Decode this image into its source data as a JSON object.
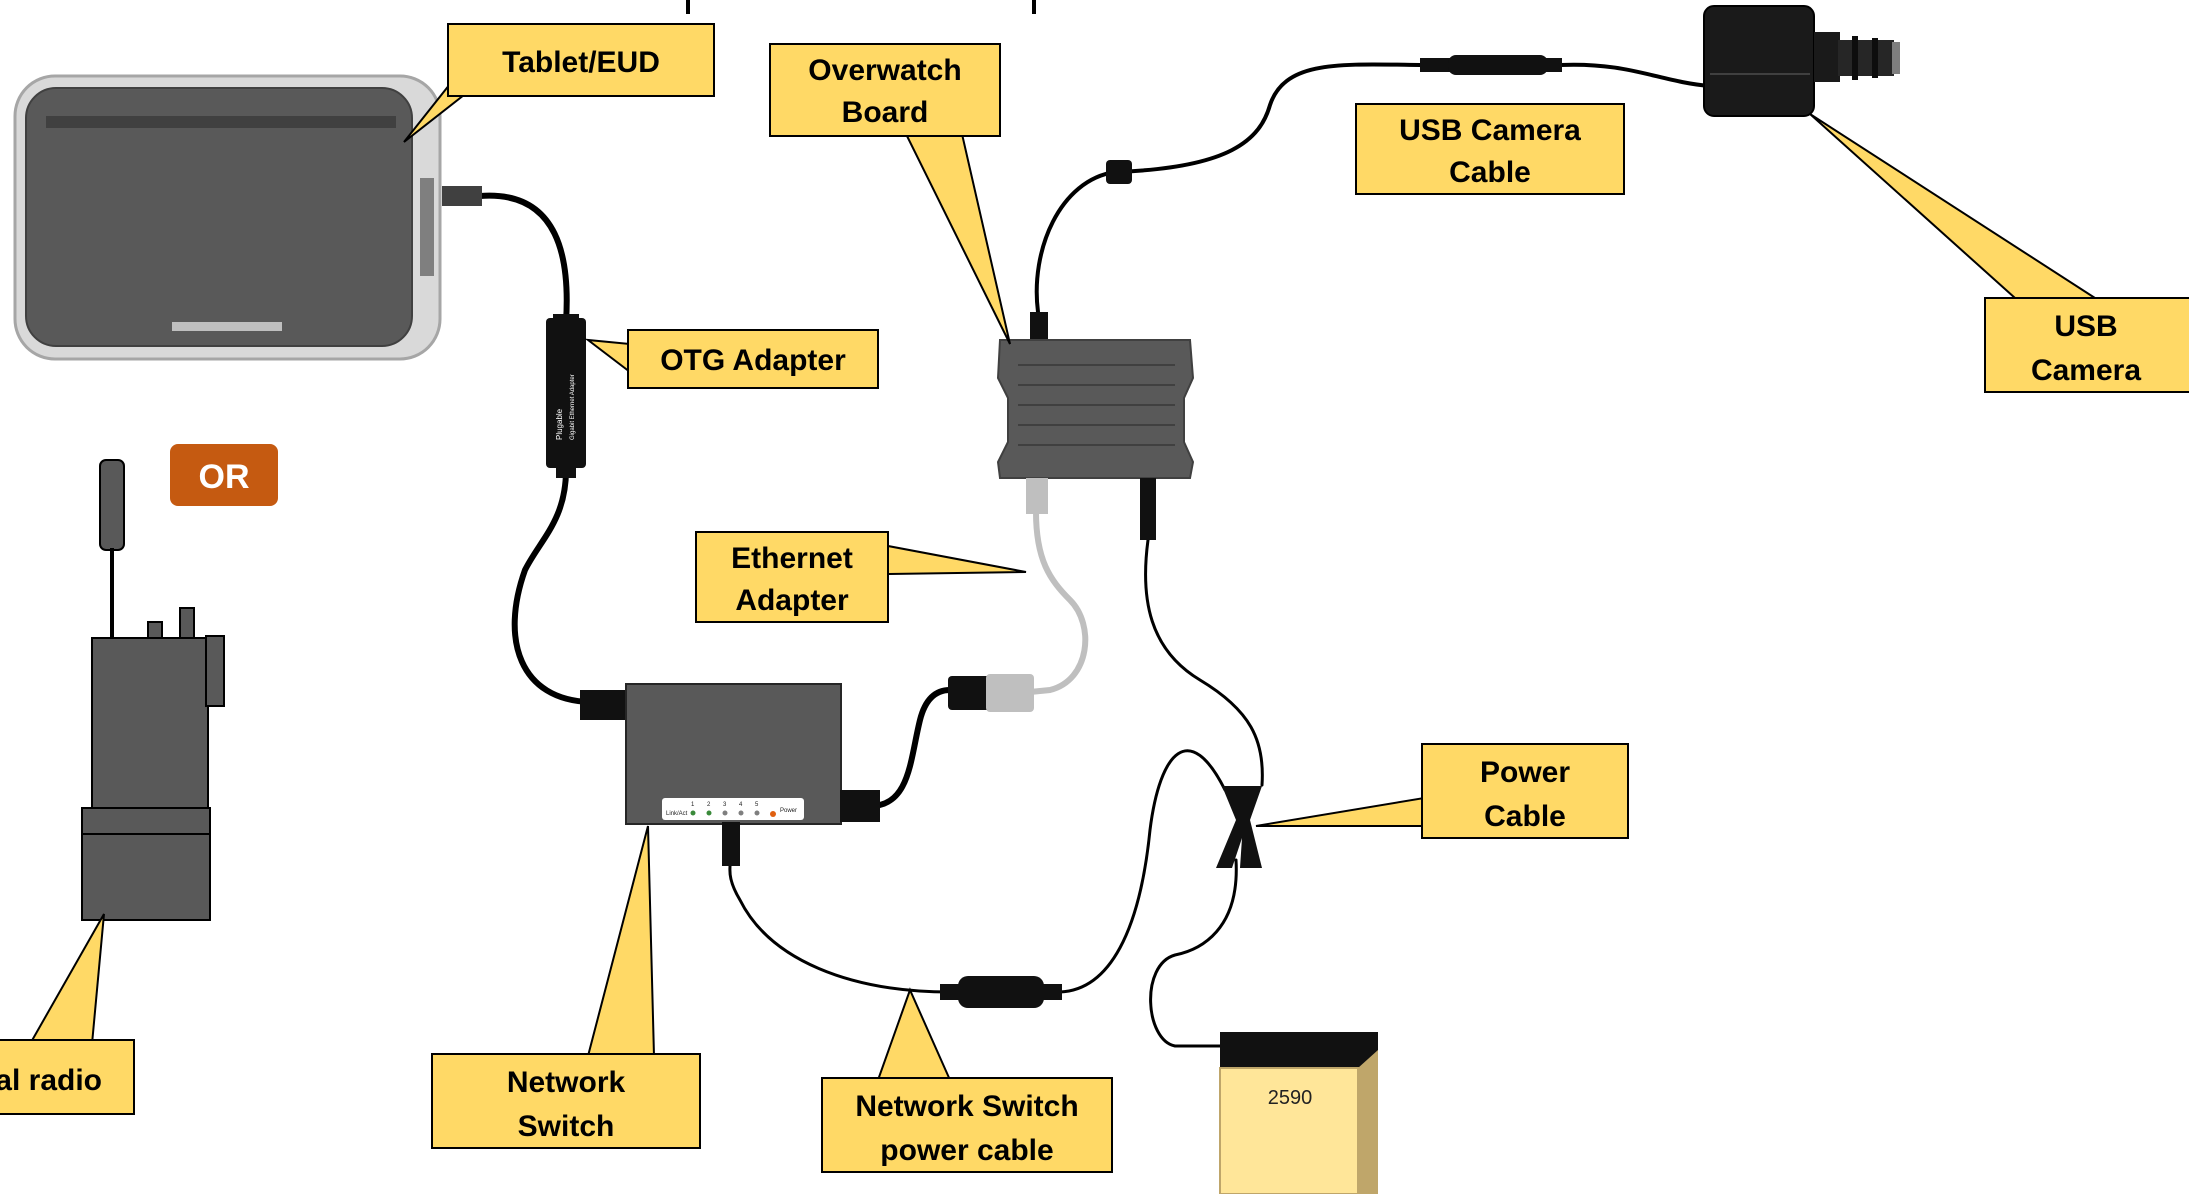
{
  "labels": {
    "tablet": "Tablet/EUD",
    "overwatch_line1": "Overwatch",
    "overwatch_line2": "Board",
    "usb_cable_line1": "USB Camera",
    "usb_cable_line2": "Cable",
    "usb_camera_line1": "USB",
    "usb_camera_line2": "Camera",
    "otg": "OTG Adapter",
    "or": "OR",
    "ethernet_line1": "Ethernet",
    "ethernet_line2": "Adapter",
    "power_line1": "Power",
    "power_line2": "Cable",
    "radio": "al radio",
    "switch_line1": "Network",
    "switch_line2": "Switch",
    "switch_power_line1": "Network Switch",
    "switch_power_line2": "power cable",
    "battery": "2590"
  },
  "device_text": {
    "otg_brand": "Plugable",
    "otg_model": "Gigabit Ethernet Adapter",
    "switch_ports": [
      "1",
      "2",
      "3",
      "4",
      "5"
    ],
    "switch_link": "Link/Act",
    "switch_power": "Power"
  },
  "colors": {
    "callout_fill": "#ffd966",
    "callout_border": "#000000",
    "device_dark": "#595959",
    "device_black": "#1a1a1a",
    "tablet_bezel": "#d9d9d9",
    "or_badge": "#c55a11",
    "ethernet_cable": "#bfbfbf",
    "battery_body": "#ffe699"
  },
  "icons": {
    "tablet": "tablet-icon",
    "radio": "handheld-radio-icon",
    "camera": "usb-camera-icon",
    "switch": "network-switch-icon",
    "battery": "battery-icon"
  }
}
